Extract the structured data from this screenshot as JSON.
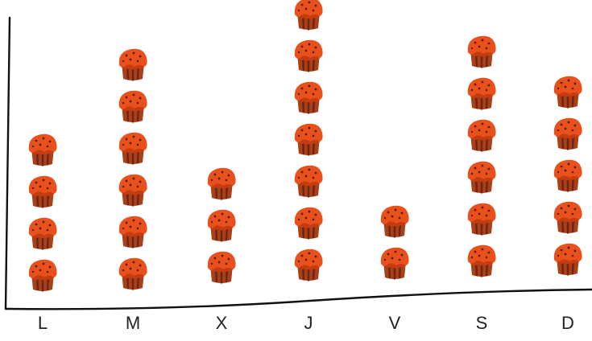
{
  "chart_data": {
    "type": "pictograph",
    "categories": [
      "L",
      "M",
      "X",
      "J",
      "V",
      "S",
      "D"
    ],
    "values": [
      4,
      6,
      3,
      7,
      2,
      6,
      5
    ],
    "icon": "muffin-icon",
    "title": "",
    "xlabel": "",
    "ylabel": ""
  },
  "colors": {
    "muffin_top": "#e8501c",
    "muffin_top_dark": "#c53c12",
    "muffin_wrapper": "#a8401a",
    "muffin_wrapper_stripe": "#6e2410",
    "sprinkle": "#5a1a08",
    "axis": "#111111"
  }
}
